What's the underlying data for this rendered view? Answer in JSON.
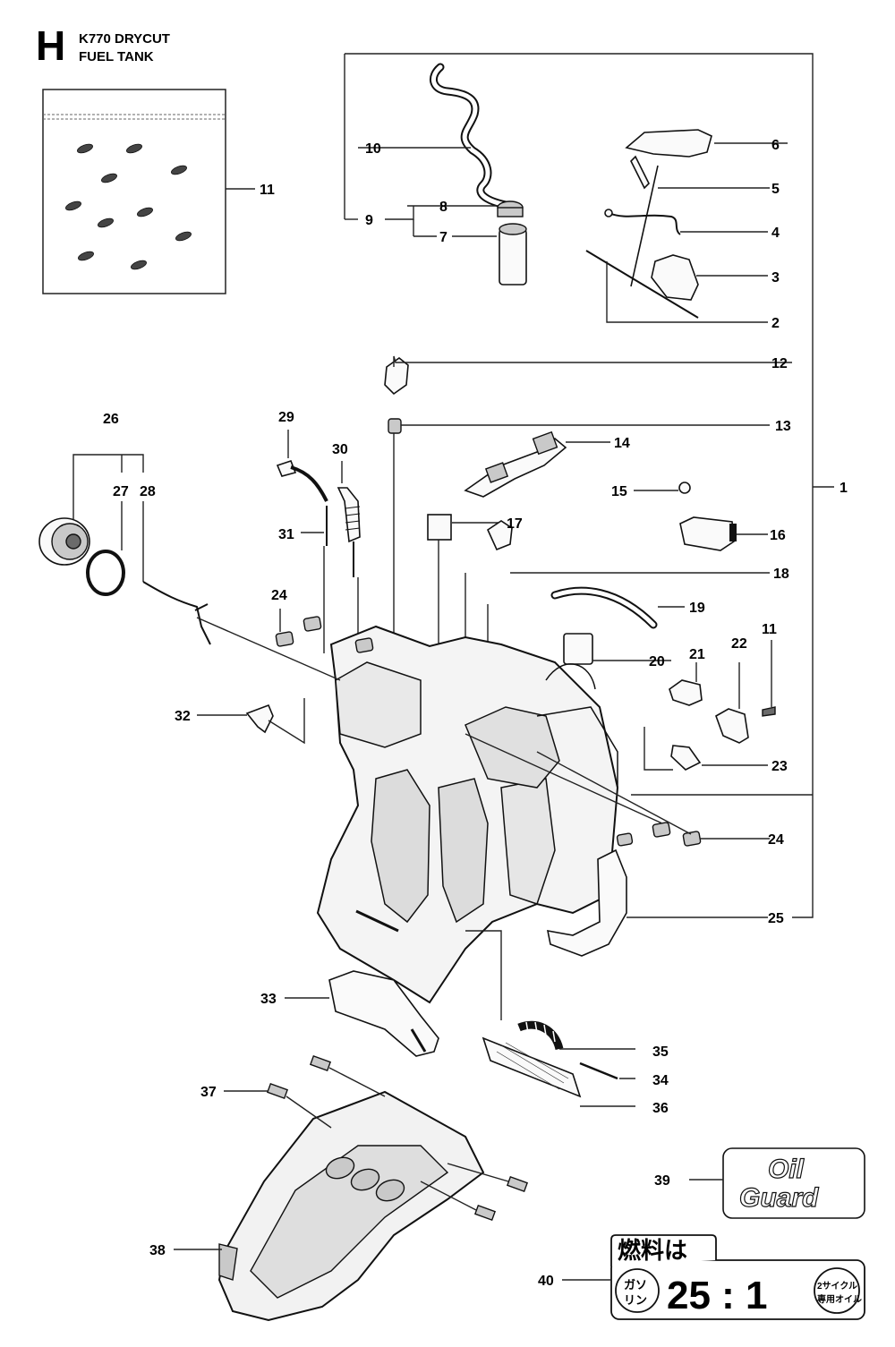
{
  "header": {
    "section": "H",
    "model": "K770 DRYCUT",
    "assembly": "FUEL TANK"
  },
  "callouts": {
    "c1": "1",
    "c2": "2",
    "c3": "3",
    "c4": "4",
    "c5": "5",
    "c6": "6",
    "c7": "7",
    "c8": "8",
    "c9": "9",
    "c10": "10",
    "c11": "11",
    "c11b": "11",
    "c12": "12",
    "c13": "13",
    "c14": "14",
    "c15": "15",
    "c16": "16",
    "c17": "17",
    "c18": "18",
    "c19": "19",
    "c20": "20",
    "c21": "21",
    "c22": "22",
    "c23": "23",
    "c24a": "24",
    "c24b": "24",
    "c25": "25",
    "c26": "26",
    "c27": "27",
    "c28": "28",
    "c29": "29",
    "c30": "30",
    "c31": "31",
    "c32": "32",
    "c33": "33",
    "c34": "34",
    "c35": "35",
    "c36": "36",
    "c37": "37",
    "c38": "38",
    "c39": "39",
    "c40": "40"
  },
  "decal_39": {
    "line1": "Oil",
    "line2": "Guard"
  },
  "decal_40": {
    "heading": "燃料は",
    "left_badge_1": "ガソ",
    "left_badge_2": "リン",
    "ratio": "25 : 1",
    "right_badge_1": "2サイクル",
    "right_badge_2": "専用オイル"
  }
}
